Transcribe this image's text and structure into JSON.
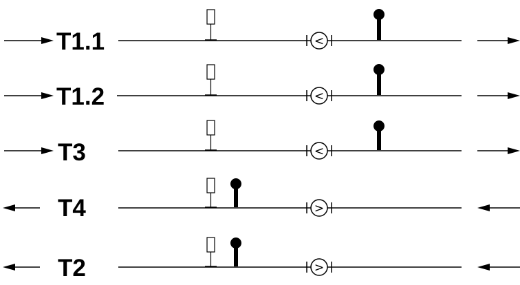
{
  "diagram": {
    "tracks": [
      {
        "label": "T1.1",
        "direction": "right",
        "symbol": "<"
      },
      {
        "label": "T1.2",
        "direction": "right",
        "symbol": "<"
      },
      {
        "label": "T3",
        "direction": "right",
        "symbol": "<"
      },
      {
        "label": "T4",
        "direction": "left",
        "symbol": ">"
      },
      {
        "label": "T2",
        "direction": "left",
        "symbol": ">"
      }
    ],
    "icons": {
      "direction": "arrow-icon",
      "signal": "signal-icon",
      "detector": "detector-icon",
      "direction_indicator": "direction-indicator-icon"
    },
    "colors": {
      "line": "#000000",
      "background": "#ffffff"
    }
  }
}
